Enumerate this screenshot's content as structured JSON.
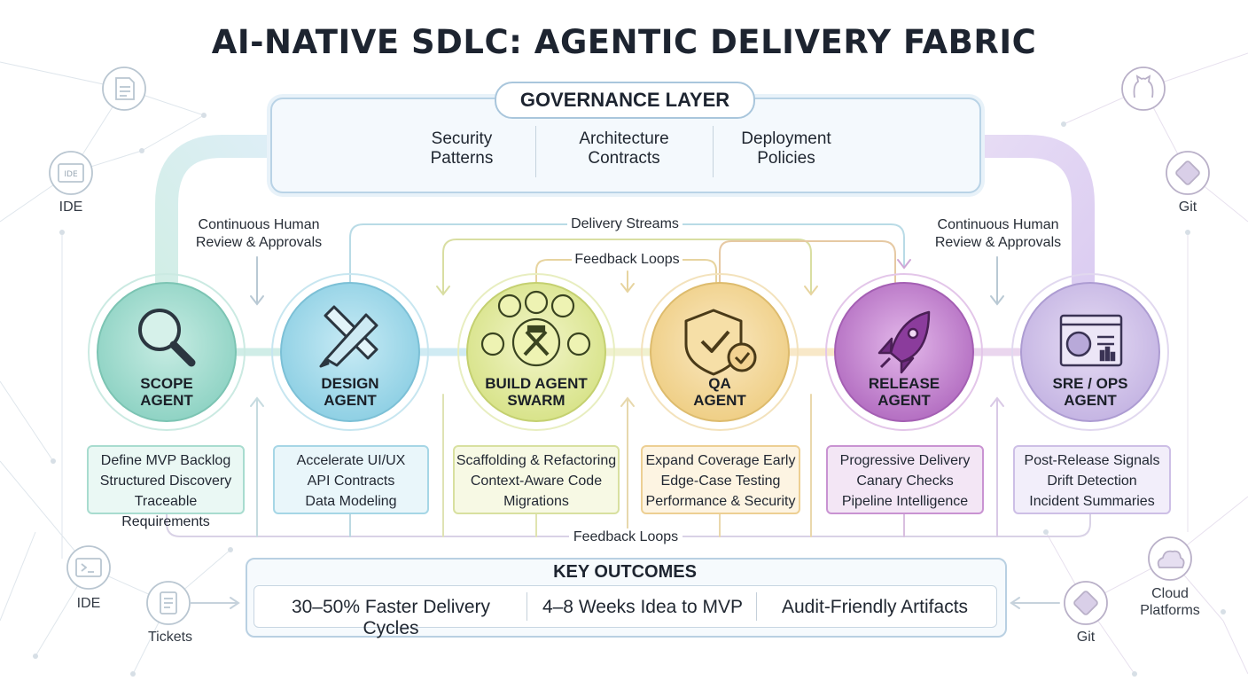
{
  "title": "AI-NATIVE SDLC: AGENTIC DELIVERY FABRIC",
  "governance": {
    "title": "GOVERNANCE LAYER",
    "items": [
      {
        "line1": "Security",
        "line2": "Patterns"
      },
      {
        "line1": "Architecture",
        "line2": "Contracts"
      },
      {
        "line1": "Deployment",
        "line2": "Policies"
      }
    ]
  },
  "annotations": {
    "review_left_1": "Continuous Human",
    "review_left_2": "Review & Approvals",
    "review_right_1": "Continuous Human",
    "review_right_2": "Review & Approvals",
    "delivery_streams": "Delivery Streams",
    "feedback_top": "Feedback Loops",
    "feedback_bottom": "Feedback Loops"
  },
  "agents": [
    {
      "name1": "SCOPE",
      "name2": "AGENT",
      "color": "#8fd3c4",
      "caps": [
        "Define MVP Backlog",
        "Structured Discovery",
        "Traceable Requirements"
      ]
    },
    {
      "name1": "DESIGN",
      "name2": "AGENT",
      "color": "#8fd0e4",
      "caps": [
        "Accelerate UI/UX",
        "API Contracts",
        "Data Modeling"
      ]
    },
    {
      "name1": "BUILD AGENT",
      "name2": "SWARM",
      "color": "#d8e38a",
      "caps": [
        "Scaffolding & Refactoring",
        "Context-Aware Code",
        "Migrations"
      ]
    },
    {
      "name1": "QA",
      "name2": "AGENT",
      "color": "#efcf86",
      "caps": [
        "Expand Coverage Early",
        "Edge-Case Testing",
        "Performance & Security"
      ]
    },
    {
      "name1": "RELEASE",
      "name2": "AGENT",
      "color": "#c68ad0",
      "caps": [
        "Progressive Delivery",
        "Canary Checks",
        "Pipeline Intelligence"
      ]
    },
    {
      "name1": "SRE / OPS",
      "name2": "AGENT",
      "color": "#c5b5e3",
      "caps": [
        "Post-Release Signals",
        "Drift Detection",
        "Incident Summaries"
      ]
    }
  ],
  "outcomes": {
    "title": "KEY OUTCOMES",
    "items": [
      "30–50% Faster Delivery Cycles",
      "4–8 Weeks Idea to MVP",
      "Audit-Friendly Artifacts"
    ]
  },
  "side_nodes": {
    "ide_top": "IDE",
    "ide_bottom": "IDE",
    "tickets": "Tickets",
    "git_top": "Git",
    "git_bottom": "Git",
    "cloud_1": "Cloud",
    "cloud_2": "Platforms"
  }
}
